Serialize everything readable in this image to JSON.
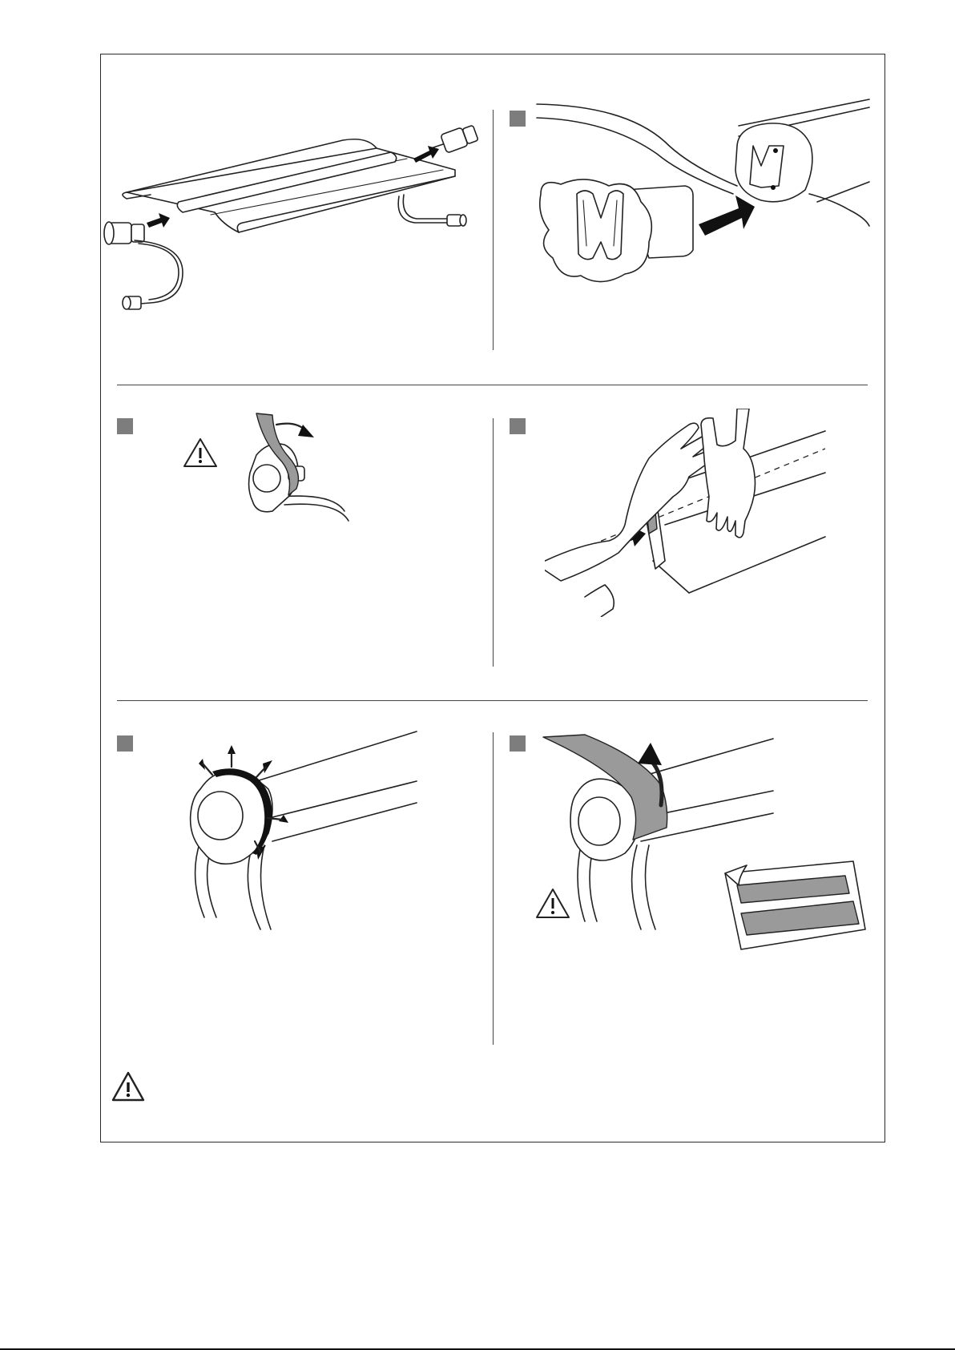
{
  "document": {
    "type": "assembly-instructions",
    "steps": [
      {
        "id": "step-1",
        "icon": "connector-insertion-illustration",
        "has_step_marker": false
      },
      {
        "id": "step-2",
        "icon": "mounting-clip-illustration",
        "has_step_marker": true
      },
      {
        "id": "step-3",
        "icon": "end-cap-tape-illustration",
        "has_step_marker": true,
        "warning": true
      },
      {
        "id": "step-4",
        "icon": "hands-clip-pressing-illustration",
        "has_step_marker": true
      },
      {
        "id": "step-5",
        "icon": "end-cap-seal-illustration",
        "has_step_marker": true
      },
      {
        "id": "step-6",
        "icon": "adhesive-tape-wrap-illustration",
        "has_step_marker": true,
        "warning": true
      }
    ],
    "footer_warning": {
      "icon": "warning-triangle-icon"
    },
    "colors": {
      "step_marker": "#7d7d7d",
      "tape": "#9a9a9a",
      "line": "#222222"
    }
  }
}
